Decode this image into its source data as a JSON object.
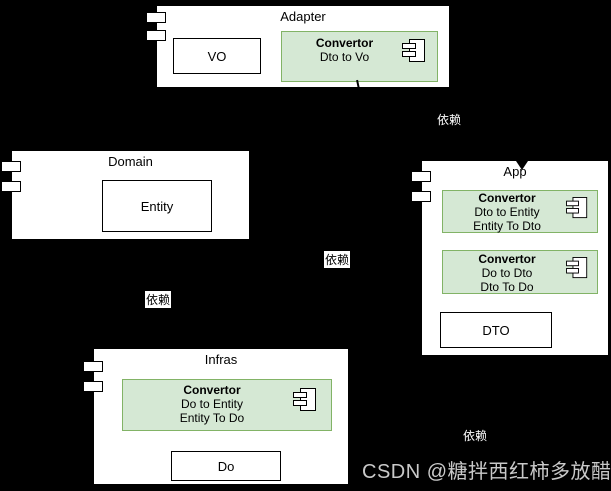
{
  "diagram_type": "uml-component-diagram",
  "dependency_label": "依赖",
  "watermark": "CSDN @糖拌西红柿多放醋",
  "colors": {
    "background": "#000000",
    "component_fill": "#ffffff",
    "component_border": "#000000",
    "convertor_fill": "#d5e8d4",
    "convertor_border": "#82b366",
    "dependency_label_dark_text": "#ffffff",
    "dependency_label_light_text": "#000000",
    "watermark_text": "#c9c9c9"
  },
  "components": {
    "adapter": {
      "title": "Adapter"
    },
    "domain": {
      "title": "Domain"
    },
    "app": {
      "title": "App"
    },
    "infras": {
      "title": "Infras"
    }
  },
  "nodes": {
    "vo": {
      "label": "VO"
    },
    "entity": {
      "label": "Entity"
    },
    "dto": {
      "label": "DTO"
    },
    "do": {
      "label": "Do"
    },
    "conv_dto_vo": {
      "line1": "Convertor",
      "line2": "Dto to Vo"
    },
    "conv_dto_entity": {
      "line1": "Convertor",
      "line2": "Dto to Entity",
      "line3": "Entity To Dto"
    },
    "conv_do_dto": {
      "line1": "Convertor",
      "line2": "Do to Dto",
      "line3": "Dto To Do"
    },
    "conv_do_entity": {
      "line1": "Convertor",
      "line2": "Do to Entity",
      "line3": "Entity To Do"
    }
  }
}
